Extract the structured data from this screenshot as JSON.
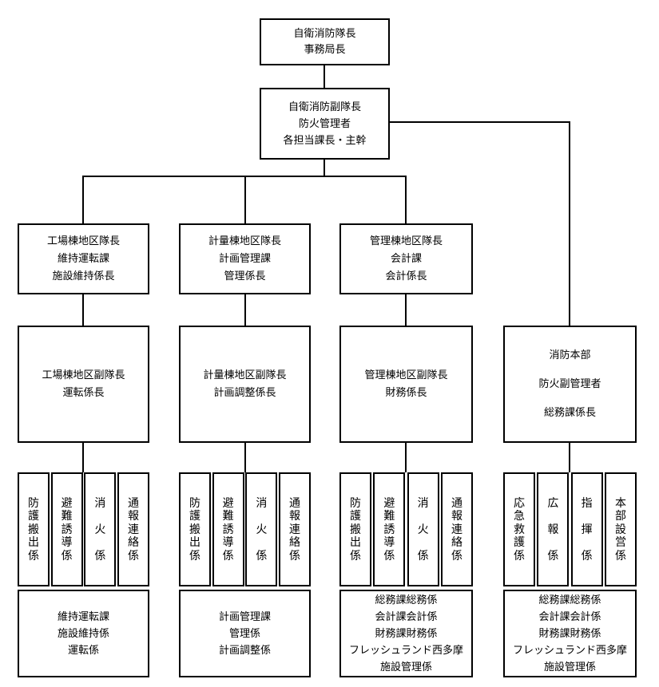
{
  "colors": {
    "ink": "#000000",
    "paper": "#ffffff"
  },
  "org": {
    "chief": {
      "lines": [
        "自衛消防隊長",
        "事務局長"
      ]
    },
    "vice_chief": {
      "lines": [
        "自衛消防副隊長",
        "防火管理者",
        "各担当課長・主幹"
      ]
    },
    "branches": [
      {
        "head": [
          "工場棟地区隊長",
          "維持運転課",
          "施設維持係長"
        ],
        "deputy": [
          "工場棟地区副隊長",
          "運転係長"
        ],
        "teams": [
          "防護搬出係",
          "避難誘導係",
          "消火係",
          "通報連絡係"
        ],
        "units": [
          "維持運転課",
          "施設維持係",
          "運転係"
        ]
      },
      {
        "head": [
          "計量棟地区隊長",
          "計画管理課",
          "管理係長"
        ],
        "deputy": [
          "計量棟地区副隊長",
          "計画調整係長"
        ],
        "teams": [
          "防護搬出係",
          "避難誘導係",
          "消火係",
          "通報連絡係"
        ],
        "units": [
          "計画管理課",
          "管理係",
          "計画調整係"
        ]
      },
      {
        "head": [
          "管理棟地区隊長",
          "会計課",
          "会計係長"
        ],
        "deputy": [
          "管理棟地区副隊長",
          "財務係長"
        ],
        "teams": [
          "防護搬出係",
          "避難誘導係",
          "消火係",
          "通報連絡係"
        ],
        "units": [
          "総務課総務係",
          "会計課会計係",
          "財務課財務係",
          "フレッシュランド西多摩",
          "施設管理係"
        ]
      },
      {
        "deputy": [
          "消防本部",
          "防火副管理者",
          "総務課係長"
        ],
        "teams": [
          "応急救護係",
          "広報係",
          "指揮係",
          "本部設営係"
        ],
        "units": [
          "総務課総務係",
          "会計課会計係",
          "財務課財務係",
          "フレッシュランド西多摩",
          "施設管理係"
        ]
      }
    ]
  }
}
